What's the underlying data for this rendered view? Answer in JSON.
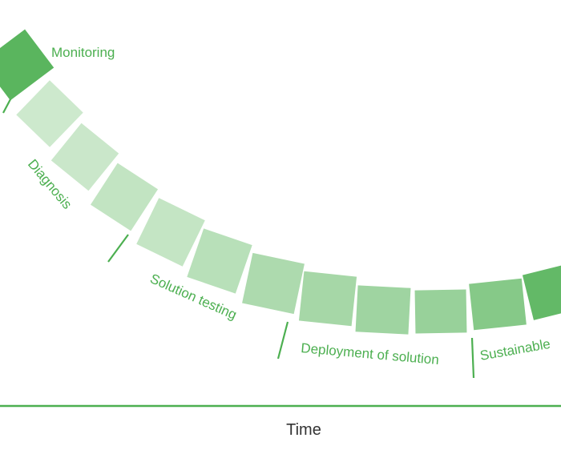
{
  "phases": [
    {
      "label": "Monitoring"
    },
    {
      "label": "Diagnosis"
    },
    {
      "label": "Solution testing"
    },
    {
      "label": "Deployment of solution"
    },
    {
      "label": "Sustainable"
    }
  ],
  "axis": {
    "label": "Time"
  },
  "colors": {
    "accent": "#4caf50",
    "segment_dark": "#5ab55e",
    "segment_light": "#cde9cd",
    "axis_text": "#333333"
  }
}
